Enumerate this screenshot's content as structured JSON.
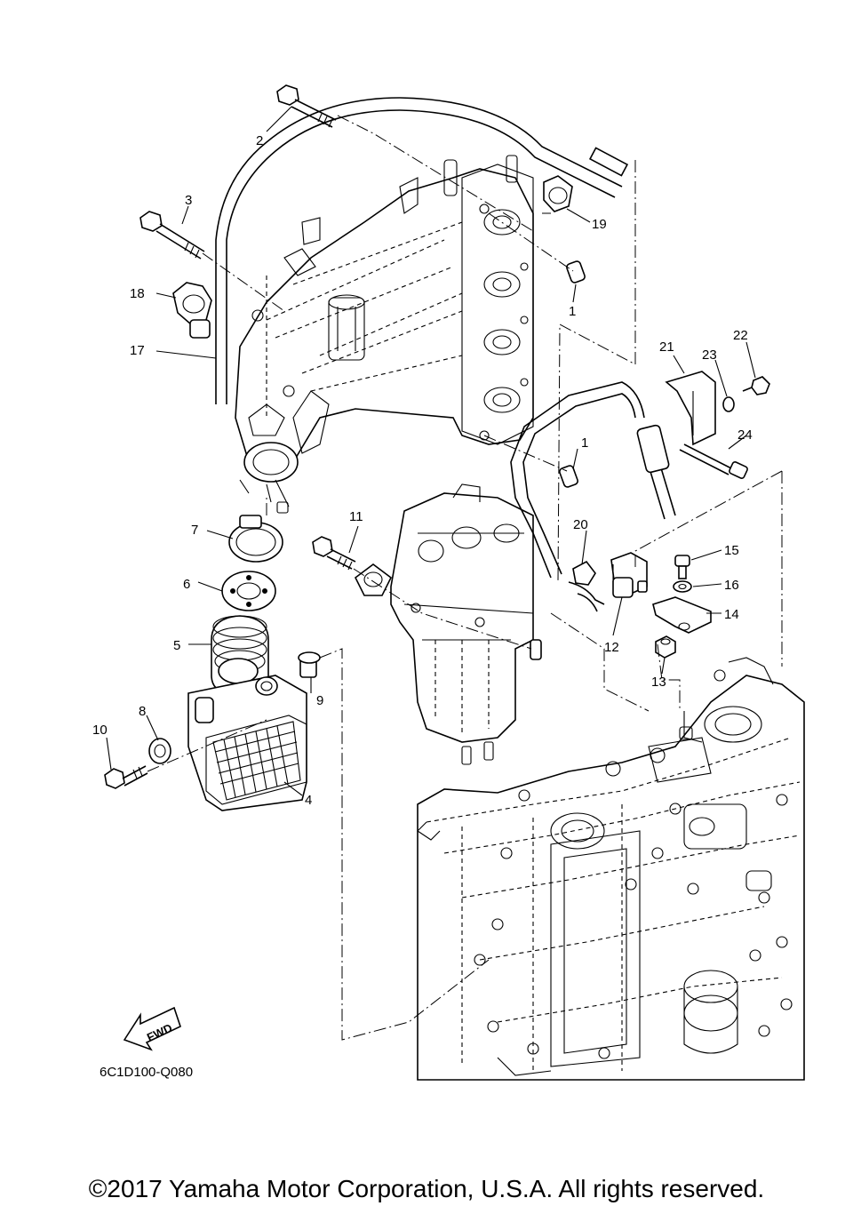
{
  "callouts": [
    {
      "id": "c1a",
      "number": "1"
    },
    {
      "id": "c1b",
      "number": "1"
    },
    {
      "id": "c2",
      "number": "2"
    },
    {
      "id": "c3",
      "number": "3"
    },
    {
      "id": "c4",
      "number": "4"
    },
    {
      "id": "c5",
      "number": "5"
    },
    {
      "id": "c6",
      "number": "6"
    },
    {
      "id": "c7",
      "number": "7"
    },
    {
      "id": "c8",
      "number": "8"
    },
    {
      "id": "c9",
      "number": "9"
    },
    {
      "id": "c10",
      "number": "10"
    },
    {
      "id": "c11",
      "number": "11"
    },
    {
      "id": "c12",
      "number": "12"
    },
    {
      "id": "c13",
      "number": "13"
    },
    {
      "id": "c14",
      "number": "14"
    },
    {
      "id": "c15",
      "number": "15"
    },
    {
      "id": "c16",
      "number": "16"
    },
    {
      "id": "c17",
      "number": "17"
    },
    {
      "id": "c18",
      "number": "18"
    },
    {
      "id": "c19",
      "number": "19"
    },
    {
      "id": "c20",
      "number": "20"
    },
    {
      "id": "c21",
      "number": "21"
    },
    {
      "id": "c22",
      "number": "22"
    },
    {
      "id": "c23",
      "number": "23"
    },
    {
      "id": "c24",
      "number": "24"
    }
  ],
  "fwd_label": "FWD",
  "diagram_code": "6C1D100-Q080",
  "copyright": "©2017 Yamaha Motor Corporation, U.S.A. All rights reserved."
}
